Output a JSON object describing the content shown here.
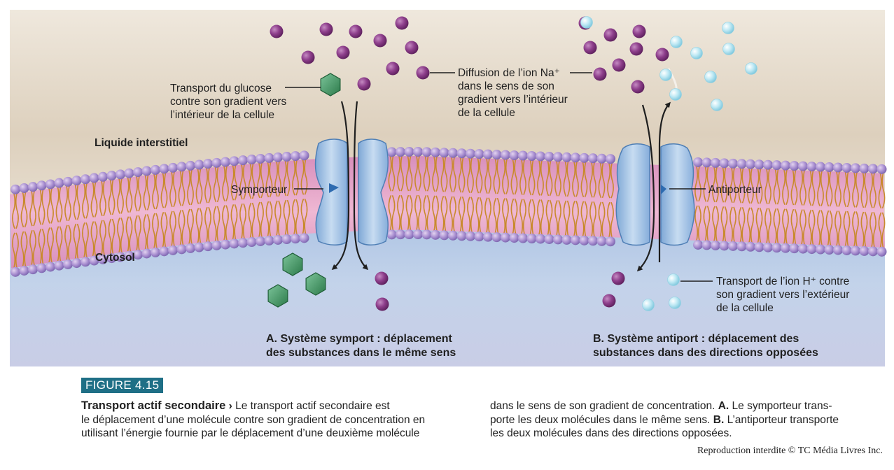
{
  "colors": {
    "extracellular": "#e2d7c7",
    "membrane_core": "#e6a8c9",
    "cytosol": "#b9cde6",
    "sodium_ion": "#8e3f8c",
    "hydrogen_ion": "#b7e6f2",
    "glucose": "#3e9360",
    "transporter": "#a9c7e6",
    "caption_badge": "#1f6f86"
  },
  "labels": {
    "glucose_transport": [
      "Transport du glucose",
      "contre son gradient vers",
      "l’intérieur de la cellule"
    ],
    "sodium_diffusion": [
      "Diffusion de l’ion Na⁺",
      "dans le sens de son",
      "gradient vers l’intérieur",
      "de la cellule"
    ],
    "interstitial_fluid": "Liquide interstitiel",
    "cytosol": "Cytosol",
    "symporter": "Symporteur",
    "antiporter": "Antiporteur",
    "hydrogen_transport": [
      "Transport de l’ion H⁺ contre",
      "son gradient vers l’extérieur",
      "de la cellule"
    ],
    "panel_a": [
      "A. Système symport : déplacement",
      "des substances dans le même sens"
    ],
    "panel_b": [
      "B. Système antiport : déplacement des",
      "substances dans des directions opposées"
    ]
  },
  "caption": {
    "figure_label": "FIGURE 4.15",
    "title": "Transport actif secondaire",
    "chevron": "›",
    "col1": {
      "line1": "Le transport actif secondaire est",
      "line2": "le déplacement d’une molécule contre son gradient de concentration en",
      "line3": "utilisant l’énergie fournie par le déplacement d’une deuxième molécule"
    },
    "col2": {
      "line1_a": "dans le sens de son gradient de concentration.",
      "line1_b": "A.",
      "line1_c": "Le symporteur trans-",
      "line2_a": "porte les deux molécules dans le même sens.",
      "line2_b": "B.",
      "line2_c": "L’antiporteur transporte",
      "line3": "les deux molécules dans des directions opposées."
    }
  },
  "copyright": "Reproduction interdite © TC Média Livres Inc."
}
